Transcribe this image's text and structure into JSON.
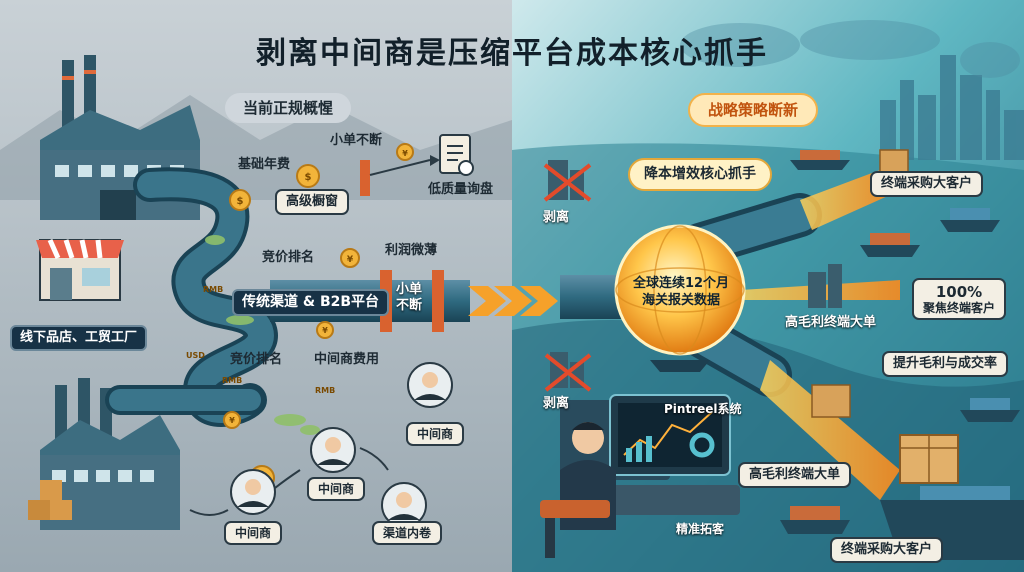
{
  "title": "剥离中间商是压缩平台成本核心抓手",
  "left": {
    "heading": "当前正规概惺",
    "labels": {
      "base_fee": "基础年费",
      "small_orders_top": "小单不断",
      "premium_showcase": "高级橱窗",
      "low_quality_inquiry": "低质量询盘",
      "bidding_1": "竞价排名",
      "thin_profit": "利润微薄",
      "traditional_b2b": "传统渠道 & B2B平台",
      "small_orders_gate": "小单\n不断",
      "offline_stores": "线下品店、工贸工厂",
      "bidding_2": "竞价排名",
      "middleman_fees": "中间商费用",
      "middleman_a": "中间商",
      "middleman_b": "中间商",
      "middleman_c": "中间商",
      "channel_involution": "渠道内卷"
    },
    "coin_text": [
      "RMB",
      "USD",
      "RMB",
      "RMB"
    ]
  },
  "right": {
    "heading": "战略策略断新",
    "labels": {
      "cost_reduction": "降本增效核心抓手",
      "end_buyers_top": "终端采购大客户",
      "strip_top": "剥离",
      "globe_line1": "全球连续12个月",
      "globe_line2": "海关报关数据",
      "high_margin_top": "高毛利终端大单",
      "focus_pct": "100%",
      "focus_text": "聚焦终端客户",
      "margin_rate": "提升毛利与成交率",
      "strip_bottom": "剥离",
      "pintreel": "Pintreel系统",
      "high_margin_bottom": "高毛利终端大单",
      "precise": "精准拓客",
      "end_buyers_bottom": "终端采购大客户"
    }
  },
  "colors": {
    "left_bg": "#a9b5bd",
    "right_bg": "#3f9aa6",
    "accent_orange": "#f39a1e",
    "pipe_teal": "#2f6a80",
    "dark_navy": "#173246"
  }
}
